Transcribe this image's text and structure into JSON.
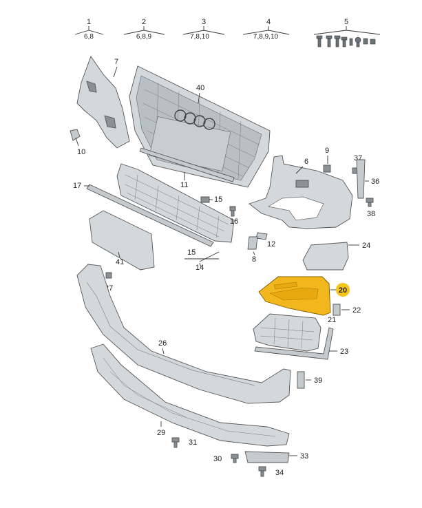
{
  "kit_callouts": [
    {
      "num": "1",
      "sub": "6,8"
    },
    {
      "num": "2",
      "sub": "6,8,9"
    },
    {
      "num": "3",
      "sub": "7,8,10"
    },
    {
      "num": "4",
      "sub": "7,8,9,10"
    },
    {
      "num": "5",
      "sub": ""
    }
  ],
  "part_labels": {
    "p6": "6",
    "p7": "7",
    "p8": "8",
    "p9": "9",
    "p10": "10",
    "p11": "11",
    "p12": "12",
    "p14": "14",
    "p15a": "15",
    "p15b": "15",
    "p16": "16",
    "p17": "17",
    "p20": "20",
    "p21": "21",
    "p22": "22",
    "p23": "23",
    "p24": "24",
    "p26": "26",
    "p27": "27",
    "p29": "29",
    "p30": "30",
    "p31": "31",
    "p33": "33",
    "p34": "34",
    "p36": "36",
    "p37": "37",
    "p38": "38",
    "p39": "39",
    "p40": "40",
    "p41": "41"
  },
  "colors": {
    "part_fill": "#d3d8dc",
    "part_dark": "#8a9196",
    "highlight_fill": "#f2b71c",
    "highlight_badge": "#f5c518"
  },
  "highlighted_part": "20"
}
